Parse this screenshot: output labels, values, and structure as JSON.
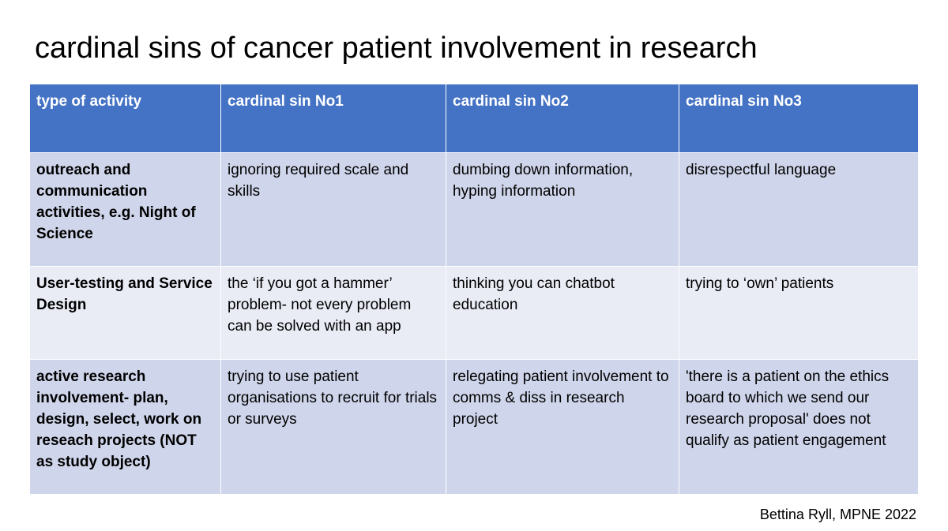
{
  "title": "cardinal sins of cancer patient involvement in research",
  "table": {
    "headers": [
      "type of activity",
      "cardinal sin No1",
      "cardinal sin No2",
      "cardinal sin No3"
    ],
    "rows": [
      {
        "type": "outreach and communication activities, e.g. Night of Science",
        "sin1": "ignoring required scale and skills",
        "sin2": "dumbing down information, hyping information",
        "sin3": "disrespectful language"
      },
      {
        "type": "User-testing and Service Design",
        "sin1": "the ‘if you got a hammer’ problem- not every problem can be solved with an app",
        "sin2": "thinking you can chatbot education",
        "sin3": "trying to ‘own’ patients"
      },
      {
        "type": "active research involvement- plan, design, select, work on reseach projects (NOT as study object)",
        "sin1": "trying to use patient organisations to recruit for trials or surveys",
        "sin2": "relegating patient involvement to comms & diss in research project",
        "sin3": "'there is a patient on the ethics board to which we send our research proposal' does not qualify as patient engagement"
      }
    ]
  },
  "credit": "Bettina Ryll, MPNE 2022",
  "colors": {
    "header_bg": "#4472c4",
    "row_dark": "#cfd5ea",
    "row_light": "#e9ebf5"
  }
}
